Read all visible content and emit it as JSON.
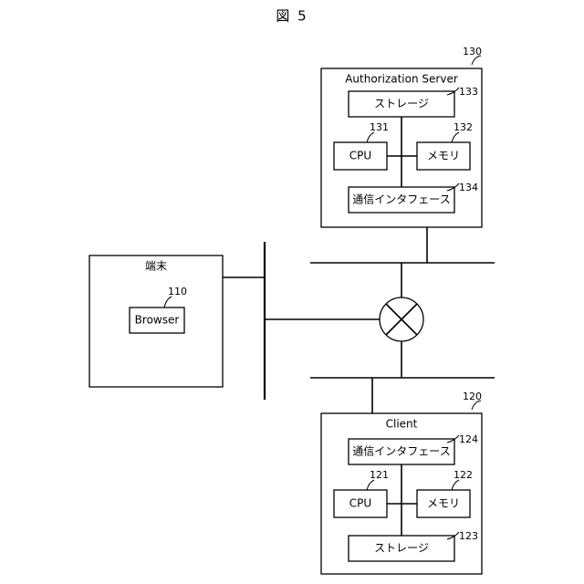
{
  "figure": {
    "title": "図 5"
  },
  "auth_server": {
    "ref": "130",
    "title": "Authorization Server",
    "storage": {
      "label": "ストレージ",
      "ref": "133"
    },
    "cpu": {
      "label": "CPU",
      "ref": "131"
    },
    "memory": {
      "label": "メモリ",
      "ref": "132"
    },
    "comm": {
      "label": "通信インタフェース",
      "ref": "134"
    }
  },
  "terminal": {
    "title": "端末",
    "browser": {
      "label": "Browser",
      "ref": "110"
    }
  },
  "client": {
    "ref": "120",
    "title": "Client",
    "comm": {
      "label": "通信インタフェース",
      "ref": "124"
    },
    "cpu": {
      "label": "CPU",
      "ref": "121"
    },
    "memory": {
      "label": "メモリ",
      "ref": "122"
    },
    "storage": {
      "label": "ストレージ",
      "ref": "123"
    }
  }
}
